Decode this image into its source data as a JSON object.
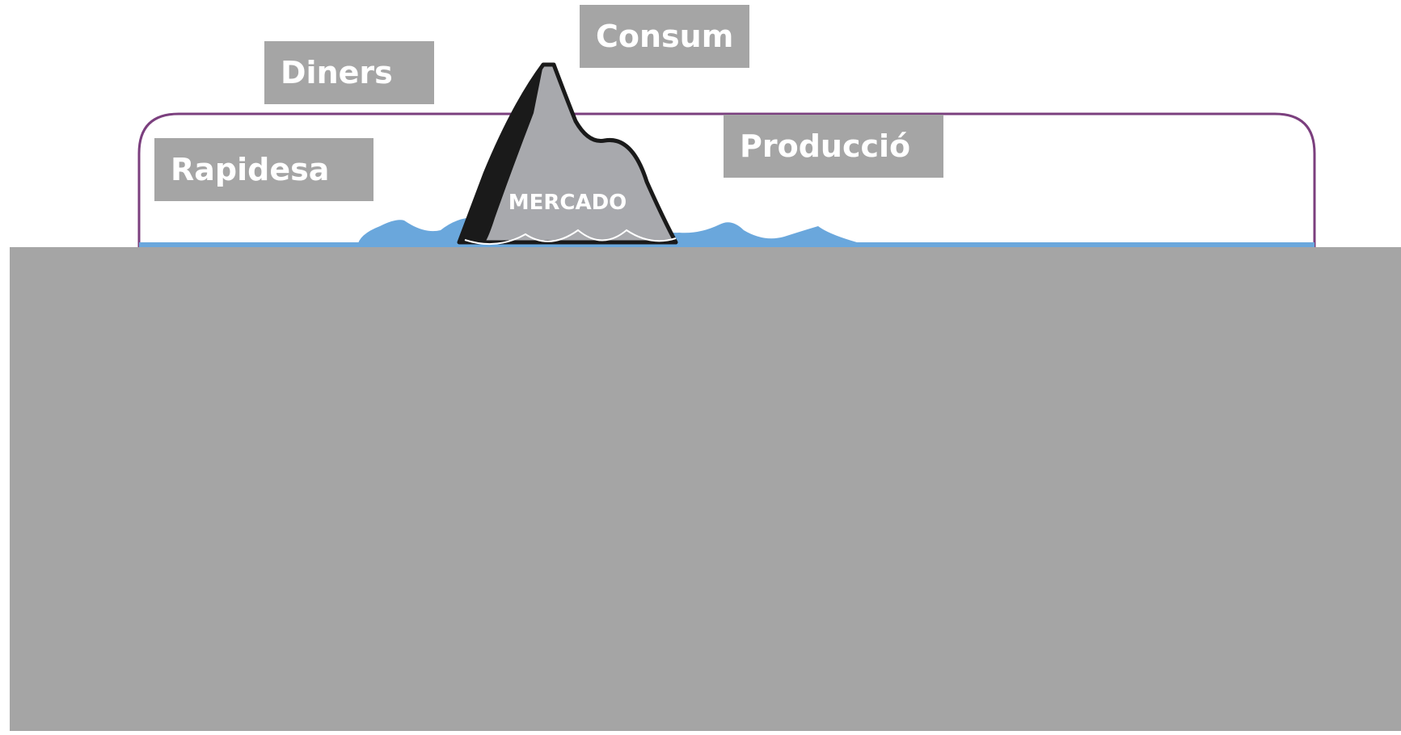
{
  "labels": {
    "consum": "Consum",
    "diners": "Diners",
    "rapidesa": "Rapidesa",
    "produccio": "Producció"
  },
  "iceberg": {
    "text": "MERCADO"
  },
  "colors": {
    "label_box": "#a5a5a5",
    "label_text": "#ffffff",
    "frame_border": "#7b3f7e",
    "water": "#6aa7dc",
    "iceberg_fill": "#a8a9ad",
    "iceberg_outline": "#1a1a1a",
    "cover_panel": "#a5a5a5"
  }
}
